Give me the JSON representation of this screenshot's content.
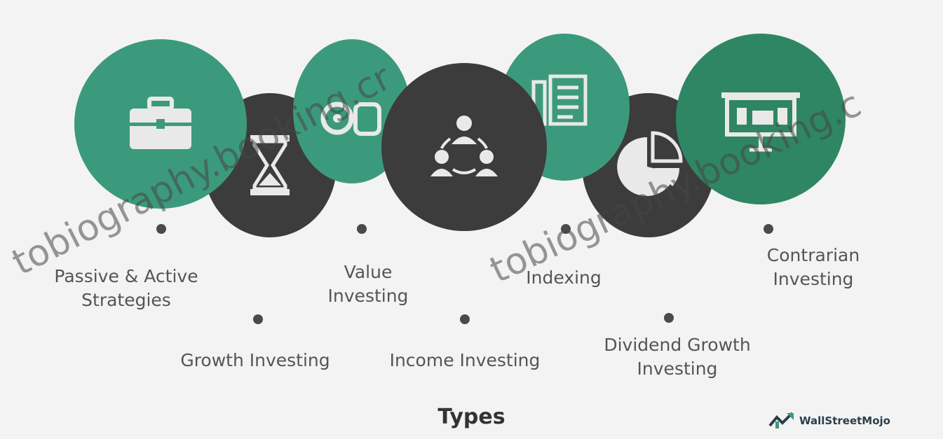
{
  "colors": {
    "green": "#3c9a7c",
    "dark_green": "#2f8664",
    "dark": "#3c3c3c",
    "icon": "#e9e9e9"
  },
  "title": "Types",
  "types": [
    {
      "label_lines": [
        "Passive & Active",
        "Strategies"
      ],
      "icon": "briefcase-icon"
    },
    {
      "label_lines": [
        "Growth Investing"
      ],
      "icon": "hourglass-icon"
    },
    {
      "label_lines": [
        "Value",
        "Investing"
      ],
      "icon": "coins-icon"
    },
    {
      "label_lines": [
        "Income Investing"
      ],
      "icon": "people-network-icon"
    },
    {
      "label_lines": [
        "Indexing"
      ],
      "icon": "document-list-icon"
    },
    {
      "label_lines": [
        "Dividend Growth",
        "Investing"
      ],
      "icon": "pie-chart-icon"
    },
    {
      "label_lines": [
        "Contrarian",
        "Investing"
      ],
      "icon": "presentation-board-icon"
    }
  ],
  "watermarks": [
    "tobiography.booking.cr",
    "tobiography.booking.c"
  ],
  "logo": {
    "text": "WallStreetMojo"
  }
}
